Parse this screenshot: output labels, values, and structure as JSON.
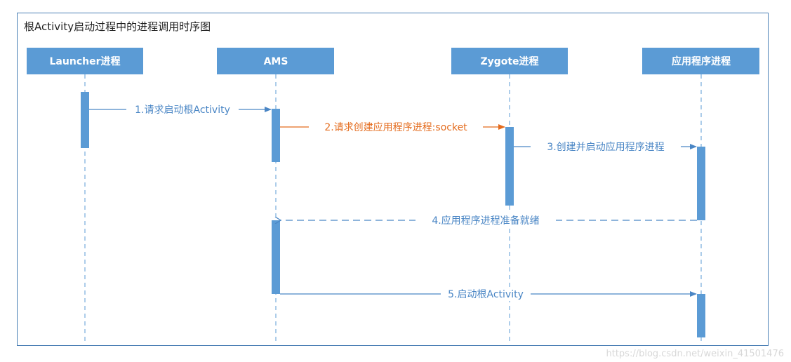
{
  "diagram": {
    "title": "根Activity启动过程中的进程调用时序图",
    "participants": [
      {
        "id": "launcher",
        "label": "Launcher进程"
      },
      {
        "id": "ams",
        "label": "AMS"
      },
      {
        "id": "zygote",
        "label": "Zygote进程"
      },
      {
        "id": "app",
        "label": "应用程序进程"
      }
    ],
    "messages": [
      {
        "from": "launcher",
        "to": "ams",
        "label": "1.请求启动根Activity",
        "style": "solid",
        "color": "#4a86c5"
      },
      {
        "from": "ams",
        "to": "zygote",
        "label": "2.请求创建应用程序进程:socket",
        "style": "solid",
        "color": "#e46c1e"
      },
      {
        "from": "zygote",
        "to": "app",
        "label": "3.创建并启动应用程序进程",
        "style": "solid",
        "color": "#4a86c5"
      },
      {
        "from": "app",
        "to": "ams",
        "label": "4.应用程序进程准备就绪",
        "style": "dashed",
        "color": "#4a86c5"
      },
      {
        "from": "ams",
        "to": "app",
        "label": "5.启动根Activity",
        "style": "solid",
        "color": "#4a86c5"
      }
    ]
  },
  "colors": {
    "header_fill": "#5b9bd5",
    "activation_fill": "#5b9bd5",
    "lifeline": "#5b9bd5",
    "frame": "#4a7fb5"
  },
  "watermark": "https://blog.csdn.net/weixin_41501476"
}
